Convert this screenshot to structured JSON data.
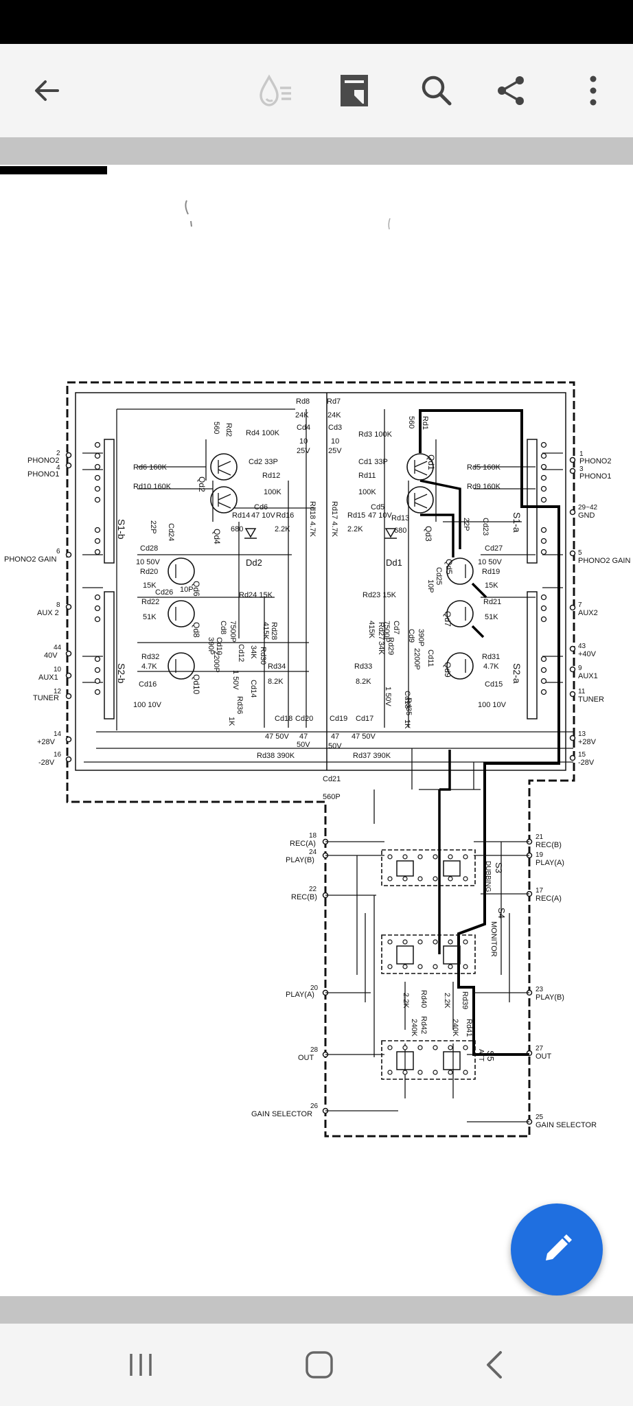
{
  "app_bar": {
    "icons": [
      "back-arrow-icon",
      "reading-mode-icon",
      "page-view-icon",
      "search-icon",
      "share-icon",
      "more-vert-icon"
    ]
  },
  "schematic": {
    "left_pins": [
      {
        "num": "2",
        "label": "PHONO2"
      },
      {
        "num": "4",
        "label": "PHONO1"
      },
      {
        "num": "6",
        "label": "PHONO2 GAIN"
      },
      {
        "num": "8",
        "label": "AUX 2"
      },
      {
        "num": "44",
        "label": "40V"
      },
      {
        "num": "10",
        "label": "AUX1"
      },
      {
        "num": "12",
        "label": "TUNER"
      },
      {
        "num": "14",
        "label": "+28V"
      },
      {
        "num": "16",
        "label": "-28V"
      }
    ],
    "right_pins": [
      {
        "num": "1",
        "label": "PHONO2"
      },
      {
        "num": "3",
        "label": "PHONO1"
      },
      {
        "num": "29~42",
        "label": "GND"
      },
      {
        "num": "5",
        "label": "PHONO2 GAIN"
      },
      {
        "num": "7",
        "label": "AUX2"
      },
      {
        "num": "43",
        "label": "+40V"
      },
      {
        "num": "9",
        "label": "AUX1"
      },
      {
        "num": "11",
        "label": "TUNER"
      },
      {
        "num": "13",
        "label": "+28V"
      },
      {
        "num": "15",
        "label": "-28V"
      }
    ],
    "lower_left_pins": [
      {
        "num": "18",
        "label": "REC(A)"
      },
      {
        "num": "24",
        "label": "PLAY(B)"
      },
      {
        "num": "22",
        "label": "REC(B)"
      },
      {
        "num": "20",
        "label": "PLAY(A)"
      },
      {
        "num": "28",
        "label": "OUT"
      },
      {
        "num": "26",
        "label": "GAIN SELECTOR"
      }
    ],
    "lower_right_pins": [
      {
        "num": "21",
        "label": "REC(B)"
      },
      {
        "num": "19",
        "label": "PLAY(A)"
      },
      {
        "num": "17",
        "label": "REC(A)"
      },
      {
        "num": "23",
        "label": "PLAY(B)"
      },
      {
        "num": "27",
        "label": "OUT"
      },
      {
        "num": "25",
        "label": "GAIN SELECTOR"
      }
    ],
    "switches": {
      "s1b": "S1-b",
      "s1a": "S1-a",
      "s2b": "S2-b",
      "s2a": "S2-a",
      "s3": "S3",
      "s3_name": "DUBBING",
      "s4": "S4",
      "s4_name": "MONITOR",
      "s5": "S5",
      "s5_name": "ATT"
    },
    "transistors": [
      "Qd2",
      "Qd4",
      "Qd6",
      "Qd8",
      "Qd10",
      "Qd1",
      "Qd3",
      "Qd5",
      "Qd7",
      "Qd9"
    ],
    "diodes": [
      "Dd2",
      "Dd1"
    ],
    "components": {
      "rd8": "Rd8",
      "rd8_v": "24K",
      "cd4": "Cd4",
      "cd4_v1": "10",
      "cd4_v2": "25V",
      "rd7": "Rd7",
      "rd7_v": "24K",
      "cd3": "Cd3",
      "cd3_v1": "10",
      "cd3_v2": "25V",
      "rd2": "Rd2",
      "rd2_v": "560",
      "rd1": "Rd1",
      "rd1_v": "560",
      "rd4": "Rd4 100K",
      "cd2": "Cd2  33P",
      "rd3": "Rd3 100K",
      "cd1": "Cd1  33P",
      "rd6": "Rd6 160K",
      "rd10": "Rd10 160K",
      "rd5": "Rd5 160K",
      "rd9": "Rd9 160K",
      "rd12": "Rd12",
      "rd12_v": "100K",
      "rd11": "Rd11",
      "rd11_v": "100K",
      "cd6": "Cd6",
      "rd14": "Rd14",
      "rd14_v": "680",
      "cd6_v": "47 10V",
      "rd16": "Rd16",
      "rd16_v": "2.2K",
      "cd5": "Cd5",
      "rd15": "Rd15",
      "rd15_v": "2.2K",
      "cd5_v": "47 10V",
      "rd13": "Rd13",
      "rd13_v": "680",
      "rd18": "Rd18 4.7K",
      "rd17": "Rd17 4.7K",
      "cd24": "Cd24",
      "cd24_v": "22P",
      "cd23": "Cd23",
      "cd23_v": "22P",
      "cd28": "Cd28",
      "cd28_v": "10 50V",
      "rd20": "Rd20",
      "rd20_v": "15K",
      "cd27": "Cd27",
      "cd27_v": "10 50V",
      "rd19": "Rd19",
      "rd19_v": "15K",
      "cd26": "Cd26",
      "cd26_v": "10P",
      "cd25": "Cd25",
      "cd25_v": "10P",
      "rd24": "Rd24  15K",
      "rd23": "Rd23  15K",
      "rd22": "Rd22",
      "rd22_v": "51K",
      "rd21": "Rd21",
      "rd21_v": "51K",
      "cd8": "Cd8",
      "cd8_v": "7500P",
      "cd10": "Cd10",
      "cd10_v": "390P",
      "cd12": "Cd12",
      "cd12_v": "2200P",
      "rd28": "Rd28",
      "rd28_v": "415K",
      "rd30": "Rd30",
      "rd30_v": "34K",
      "cd7": "Cd7",
      "cd7_v": "7500P",
      "cd9": "Cd9",
      "cd9_v": "390P",
      "cd11": "Cd11",
      "cd11_v": "2200P",
      "rd27": "Rd27",
      "rd27_v": "415K",
      "rd29": "Rd29",
      "rd29_v": "34K",
      "rd32": "Rd32",
      "rd32_v": "4.7K",
      "rd31": "Rd31",
      "rd31_v": "4.7K",
      "rd34": "Rd34",
      "rd34_v": "8.2K",
      "rd33": "Rd33",
      "rd33_v": "8.2K",
      "cd14": "Cd14",
      "cd14_v": "1 50V",
      "rd36": "Rd36",
      "rd36_v": "1K",
      "cd13": "Cd13",
      "cd13_v": "1 50V",
      "rd35": "Rd35",
      "rd35_v": "1K",
      "cd16": "Cd16",
      "cd16_v": "100 10V",
      "cd15": "Cd15",
      "cd15_v": "100 10V",
      "cd18": "Cd18",
      "cd18_v": "47 50V",
      "cd20": "Cd20",
      "cd20_v1": "47",
      "cd20_v2": "50V",
      "cd19": "Cd19",
      "cd19_v1": "47",
      "cd19_v2": "50V",
      "cd17": "Cd17",
      "cd17_v": "47 50V",
      "rd38": "Rd38 390K",
      "rd37": "Rd37 390K",
      "cd21": "Cd21",
      "cd21_v": "560P",
      "rd40": "Rd40",
      "rd40_v": "2.2K",
      "rd42": "Rd42",
      "rd42_v": "240K",
      "rd39": "Rd39",
      "rd39_v": "2.2K",
      "rd41": "Rd41",
      "rd41_v": "240K"
    }
  },
  "fab": {
    "icon": "edit-pencil-icon"
  },
  "nav_bar": {
    "icons": [
      "recent-apps-icon",
      "home-icon",
      "back-icon"
    ]
  },
  "colors": {
    "fab": "#1f6fe0",
    "app_bar": "#f4f4f4",
    "band": "#c4c4c4"
  }
}
